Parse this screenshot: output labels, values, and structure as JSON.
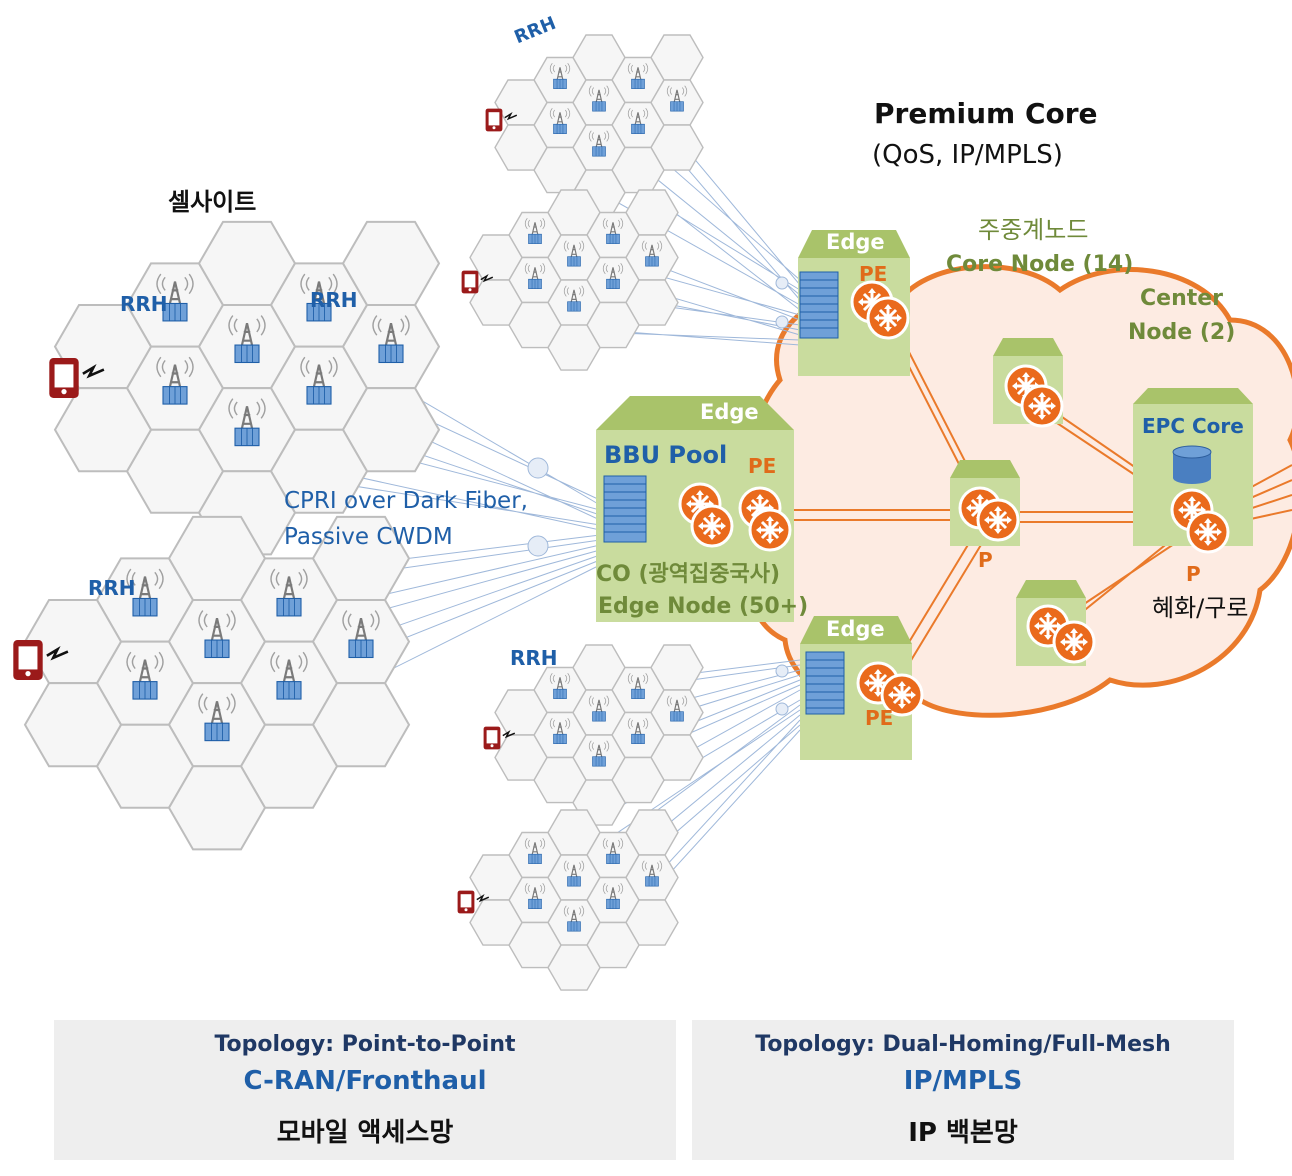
{
  "labels": {
    "premium_core_title": "Premium Core",
    "premium_core_sub": "(QoS, IP/MPLS)",
    "cell_site": "셀사이트",
    "rrh": "RRH",
    "edge": "Edge",
    "pe": "PE",
    "p": "P",
    "bbu_pool": "BBU Pool",
    "core_node_kr": "주중계노드",
    "core_node": "Core Node (14)",
    "center_node_line1": "Center",
    "center_node_line2": "Node (2)",
    "epc_core": "EPC Core",
    "hyehwa_guro": "혜화/구로",
    "cpri_line1": "CPRI over Dark Fiber,",
    "cpri_line2": "Passive CWDM",
    "co_line1": "CO (광역집중국사)",
    "co_line2": "Edge Node (50+)"
  },
  "panels": {
    "left": {
      "topology": "Topology: Point-to-Point",
      "tech": "C-RAN/Fronthaul",
      "korean": "모바일 액세스망"
    },
    "right": {
      "topology": "Topology: Dual-Homing/Full-Mesh",
      "tech": "IP/MPLS",
      "korean": "IP 백본망"
    }
  },
  "colors": {
    "edge_box": "#c9dc9e",
    "edge_box_top": "#a9c36a",
    "cloud_fill": "#fdebe2",
    "cloud_stroke": "#ea7a2b",
    "router": "#ea6a1c",
    "server": "#6fa0d8",
    "phone": "#9b1a1a",
    "fiber": "#9fb8da",
    "ip_link": "#ea7a2b"
  },
  "icons": [
    "router-icon",
    "server-rack-icon",
    "cell-tower-icon",
    "mobile-phone-icon",
    "database-icon",
    "fiber-connector-icon"
  ]
}
